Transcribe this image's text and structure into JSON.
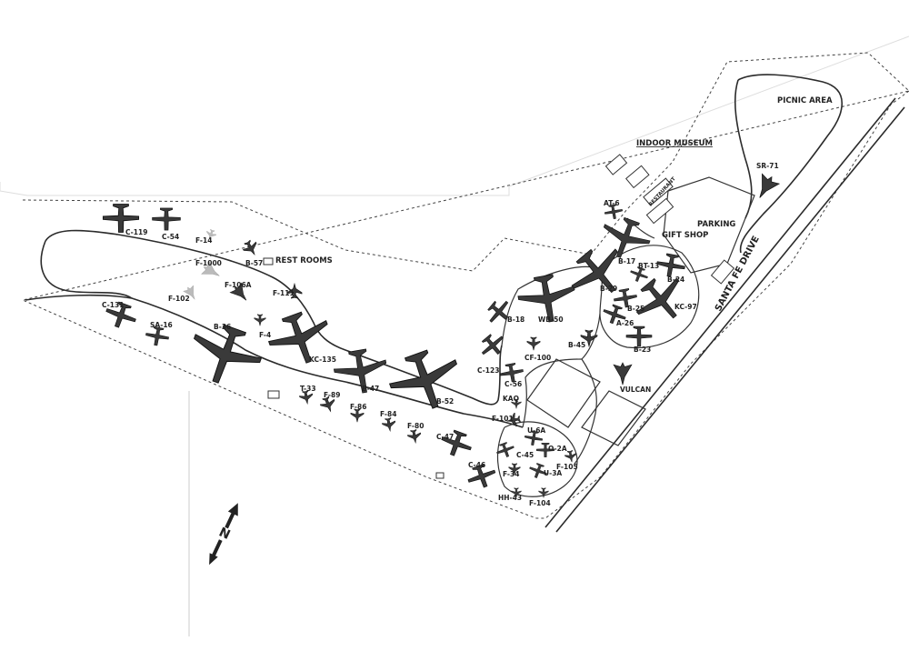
{
  "map": {
    "areas": {
      "picnic": "PICNIC AREA",
      "indoor_museum": "INDOOR MUSEUM",
      "restaurant": "RESTAURANT",
      "parking": "PARKING",
      "gift_shop": "GIFT SHOP",
      "rest_rooms": "REST ROOMS",
      "road": "SANTA FE DRIVE"
    },
    "north": "N",
    "aircraft": [
      {
        "id": "c119",
        "label": "C-119"
      },
      {
        "id": "c54",
        "label": "C-54"
      },
      {
        "id": "f14",
        "label": "F-14"
      },
      {
        "id": "b57",
        "label": "B-57"
      },
      {
        "id": "f1000",
        "label": "F-1000"
      },
      {
        "id": "f106a",
        "label": "F-106A"
      },
      {
        "id": "f102",
        "label": "F-102"
      },
      {
        "id": "f111",
        "label": "F-111"
      },
      {
        "id": "c131",
        "label": "C-131"
      },
      {
        "id": "sa16",
        "label": "SA-16"
      },
      {
        "id": "b36",
        "label": "B-36"
      },
      {
        "id": "f4",
        "label": "F-4"
      },
      {
        "id": "kc135",
        "label": "KC-135"
      },
      {
        "id": "b47",
        "label": "B-47"
      },
      {
        "id": "b52",
        "label": "B-52"
      },
      {
        "id": "t33",
        "label": "T-33"
      },
      {
        "id": "f89",
        "label": "F-89"
      },
      {
        "id": "f86",
        "label": "F-86"
      },
      {
        "id": "f84",
        "label": "F-84"
      },
      {
        "id": "f80",
        "label": "F-80"
      },
      {
        "id": "c47",
        "label": "C-47"
      },
      {
        "id": "c46",
        "label": "C-46"
      },
      {
        "id": "f34",
        "label": "F-34"
      },
      {
        "id": "hh43",
        "label": "HH-43"
      },
      {
        "id": "f104",
        "label": "F-104"
      },
      {
        "id": "u3a",
        "label": "U-3A"
      },
      {
        "id": "f105",
        "label": "F-105"
      },
      {
        "id": "o2a",
        "label": "O-2A"
      },
      {
        "id": "c45",
        "label": "C-45"
      },
      {
        "id": "u6a",
        "label": "U-6A"
      },
      {
        "id": "f101",
        "label": "F-101"
      },
      {
        "id": "kaq",
        "label": "KAQ"
      },
      {
        "id": "c56",
        "label": "C-56"
      },
      {
        "id": "cf100",
        "label": "CF-100"
      },
      {
        "id": "c123",
        "label": "C-123"
      },
      {
        "id": "b18",
        "label": "B-18"
      },
      {
        "id": "wb50",
        "label": "WB-50"
      },
      {
        "id": "b29",
        "label": "B-29"
      },
      {
        "id": "b45",
        "label": "B-45"
      },
      {
        "id": "vulcan",
        "label": "VULCAN"
      },
      {
        "id": "b23",
        "label": "B-23"
      },
      {
        "id": "a26",
        "label": "A-26"
      },
      {
        "id": "b25",
        "label": "B-25"
      },
      {
        "id": "kc97",
        "label": "KC-97"
      },
      {
        "id": "b24",
        "label": "B-24"
      },
      {
        "id": "bt13",
        "label": "BT-13"
      },
      {
        "id": "b17",
        "label": "B-17"
      },
      {
        "id": "at6",
        "label": "AT-6"
      },
      {
        "id": "sr71",
        "label": "SR-71"
      }
    ]
  }
}
